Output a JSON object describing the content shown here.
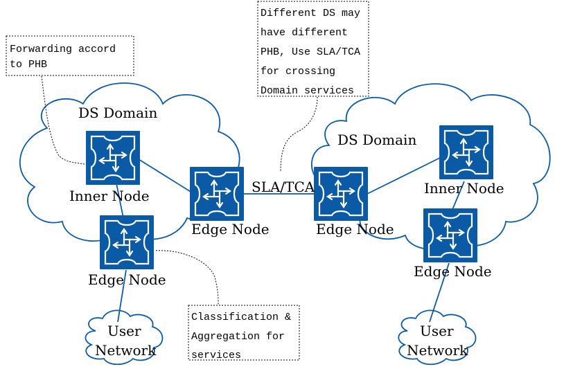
{
  "notes": {
    "forwarding": [
      "Forwarding accord",
      "to PHB"
    ],
    "different_ds": [
      "Different DS may",
      "have different",
      "PHB, Use SLA/TCA",
      "for crossing",
      "Domain services"
    ],
    "classification": [
      "Classification &",
      "Aggregation for",
      "services"
    ]
  },
  "left_domain": {
    "title": "DS Domain",
    "inner_node": "Inner Node",
    "edge_node_left": "Edge Node",
    "edge_node_right": "Edge Node",
    "user_network": [
      "User",
      "Network"
    ]
  },
  "right_domain": {
    "title": "DS Domain",
    "inner_node": "Inner Node",
    "edge_node_left": "Edge Node",
    "edge_node_right": "Edge Node",
    "user_network": [
      "User",
      "Network"
    ]
  },
  "link_label": "SLA/TCA",
  "colors": {
    "node_fill": "#0b5aa6",
    "link": "#0b5aa6",
    "cloud_stroke": "#0b5aa6"
  },
  "icons": {
    "node": "router-icon",
    "cloud": "cloud-shape"
  }
}
